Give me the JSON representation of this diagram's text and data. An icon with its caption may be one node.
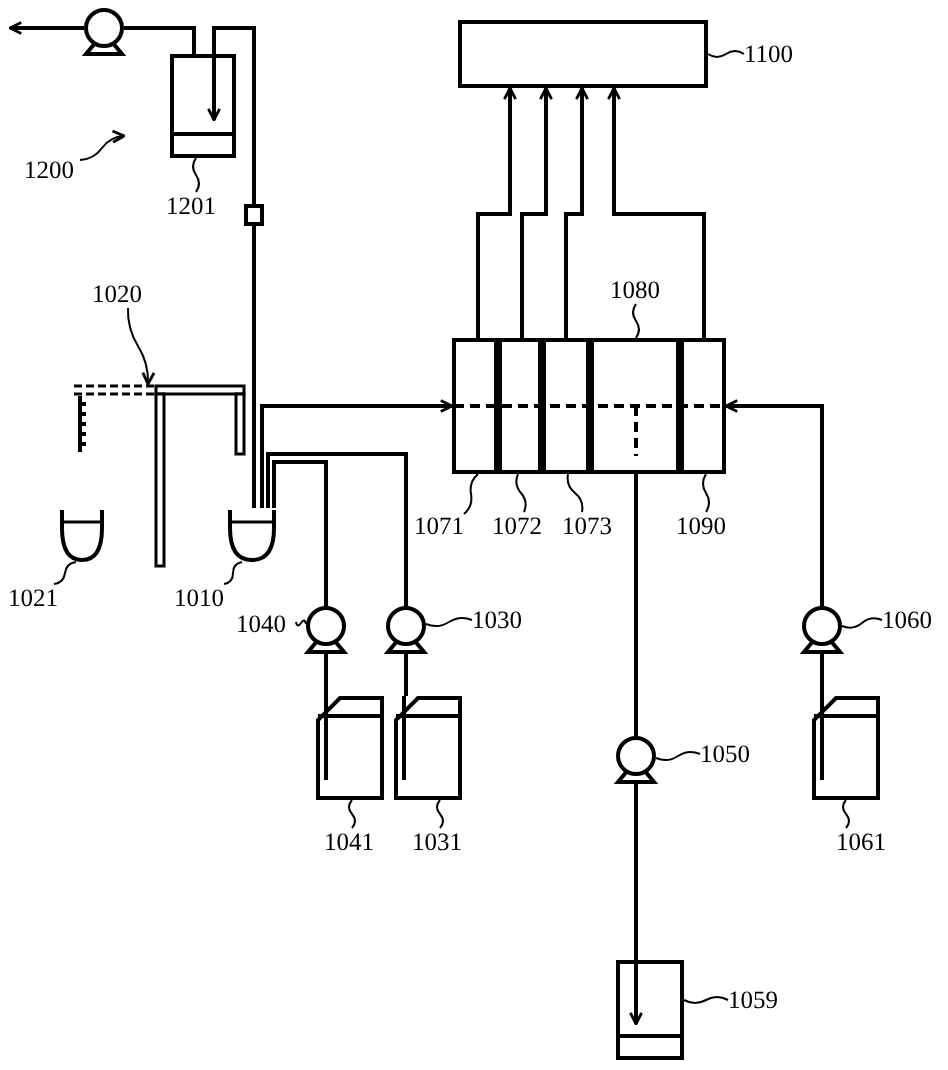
{
  "diagram": {
    "nodes": [
      {
        "text": [],
        "shape": "pump"
      },
      {
        "text": [],
        "shape": "tank"
      },
      {
        "text": [],
        "shape": "box"
      },
      {
        "text": [],
        "shape": "arm"
      },
      {
        "text": [],
        "shape": "cup"
      },
      {
        "text": [],
        "shape": "cup"
      },
      {
        "text": [],
        "shape": "pump"
      },
      {
        "text": [],
        "shape": "pump"
      },
      {
        "text": [],
        "shape": "bottle"
      },
      {
        "text": [],
        "shape": "bottle"
      },
      {
        "text": [],
        "shape": "block"
      },
      {
        "text": [],
        "shape": "box",
        "in": 10
      },
      {
        "text": [],
        "shape": "box",
        "in": 10
      },
      {
        "text": [],
        "shape": "box",
        "in": 10
      },
      {
        "text": [],
        "shape": "box",
        "in": 10
      },
      {
        "text": [],
        "shape": "box",
        "in": 10
      },
      {
        "text": [],
        "shape": "box"
      },
      {
        "text": [],
        "shape": "pump"
      },
      {
        "text": [],
        "shape": "tank"
      },
      {
        "text": [],
        "shape": "pump"
      },
      {
        "text": [],
        "shape": "bottle"
      },
      {
        "text": [
          "1200"
        ]
      },
      {
        "text": [
          "1201"
        ]
      },
      {
        "text": [
          "1020"
        ]
      },
      {
        "text": [
          "1021"
        ]
      },
      {
        "text": [
          "1010"
        ]
      },
      {
        "text": [
          "1040"
        ]
      },
      {
        "text": [
          "1030"
        ]
      },
      {
        "text": [
          "1041"
        ]
      },
      {
        "text": [
          "1031"
        ]
      },
      {
        "text": [
          "1071"
        ]
      },
      {
        "text": [
          "1072"
        ]
      },
      {
        "text": [
          "1073"
        ]
      },
      {
        "text": [
          "1080"
        ]
      },
      {
        "text": [
          "1090"
        ]
      },
      {
        "text": [
          "1100"
        ]
      },
      {
        "text": [
          "1050"
        ]
      },
      {
        "text": [
          "1059"
        ]
      },
      {
        "text": [
          "1060"
        ]
      },
      {
        "text": [
          "1061"
        ]
      }
    ],
    "edges": [
      {
        "from": 0,
        "to": null,
        "arrow": "to"
      },
      {
        "from": 1,
        "to": 0,
        "arrow": "none"
      },
      {
        "from": 5,
        "to": 2,
        "arrow": "none"
      },
      {
        "from": 2,
        "to": 1,
        "arrow": "to"
      },
      {
        "from": 5,
        "to": 11,
        "arrow": "to"
      },
      {
        "from": 6,
        "to": 5,
        "arrow": "none"
      },
      {
        "from": 7,
        "to": 5,
        "arrow": "none"
      },
      {
        "from": 8,
        "to": 6,
        "arrow": "none"
      },
      {
        "from": 9,
        "to": 7,
        "arrow": "none"
      },
      {
        "from": 11,
        "to": 16,
        "arrow": "to"
      },
      {
        "from": 12,
        "to": 16,
        "arrow": "to"
      },
      {
        "from": 13,
        "to": 16,
        "arrow": "to"
      },
      {
        "from": 15,
        "to": 16,
        "arrow": "to"
      },
      {
        "from": 14,
        "to": 17,
        "arrow": "none"
      },
      {
        "from": 17,
        "to": 18,
        "arrow": "to"
      },
      {
        "from": 19,
        "to": 15,
        "arrow": "to"
      },
      {
        "from": 20,
        "to": 19,
        "arrow": "none"
      },
      {
        "from": 21,
        "to": null,
        "arrow": "to"
      },
      {
        "from": 22,
        "to": 1,
        "arrow": "none"
      },
      {
        "from": 23,
        "to": 3,
        "arrow": "to"
      },
      {
        "from": 24,
        "to": 4,
        "arrow": "none"
      },
      {
        "from": 25,
        "to": 5,
        "arrow": "none"
      },
      {
        "from": 26,
        "to": 6,
        "arrow": "none"
      },
      {
        "from": 27,
        "to": 7,
        "arrow": "none"
      },
      {
        "from": 28,
        "to": 8,
        "arrow": "none"
      },
      {
        "from": 29,
        "to": 9,
        "arrow": "none"
      },
      {
        "from": 30,
        "to": 11,
        "arrow": "none"
      },
      {
        "from": 31,
        "to": 12,
        "arrow": "none"
      },
      {
        "from": 32,
        "to": 13,
        "arrow": "none"
      },
      {
        "from": 33,
        "to": 14,
        "arrow": "none"
      },
      {
        "from": 34,
        "to": 15,
        "arrow": "none"
      },
      {
        "from": 35,
        "to": 16,
        "arrow": "none"
      },
      {
        "from": 36,
        "to": 17,
        "arrow": "none"
      },
      {
        "from": 37,
        "to": 18,
        "arrow": "none"
      },
      {
        "from": 38,
        "to": 19,
        "arrow": "none"
      },
      {
        "from": 39,
        "to": 20,
        "arrow": "none"
      }
    ]
  }
}
